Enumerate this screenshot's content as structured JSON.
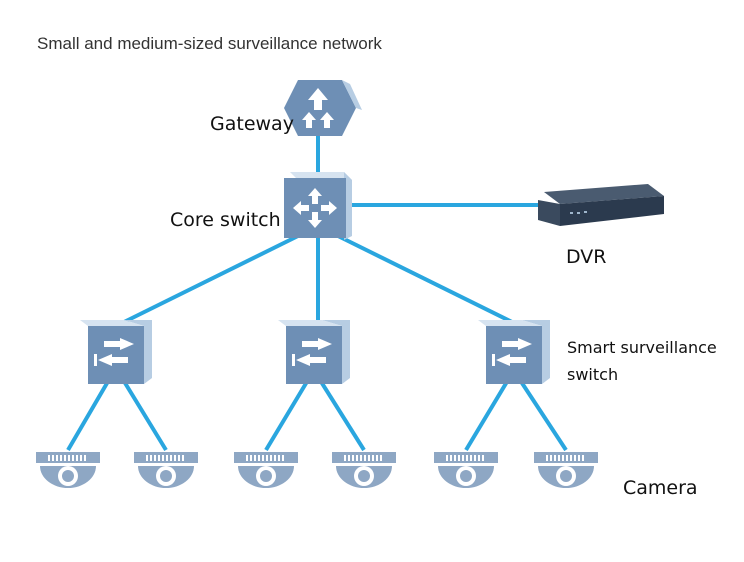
{
  "title": "Small and medium-sized surveillance network",
  "labels": {
    "gateway": "Gateway",
    "core_switch": "Core switch",
    "dvr": "DVR",
    "smart_switch_line1": "Smart surveillance",
    "smart_switch_line2": "switch",
    "camera": "Camera"
  },
  "colors": {
    "link": "#2aa6df",
    "device_face": "#6e8fb5",
    "device_side": "#b7cde3",
    "camera_body": "#8ea7c4",
    "dvr_body": "#2b3a4e"
  },
  "nodes": {
    "gateway": {
      "icon": "gateway-router-icon"
    },
    "core_switch": {
      "icon": "core-switch-icon"
    },
    "dvr": {
      "icon": "dvr-recorder-icon"
    },
    "access_switches": [
      {
        "icon": "surveillance-switch-icon"
      },
      {
        "icon": "surveillance-switch-icon"
      },
      {
        "icon": "surveillance-switch-icon"
      }
    ],
    "cameras": [
      {
        "icon": "dome-camera-icon"
      },
      {
        "icon": "dome-camera-icon"
      },
      {
        "icon": "dome-camera-icon"
      },
      {
        "icon": "dome-camera-icon"
      },
      {
        "icon": "dome-camera-icon"
      },
      {
        "icon": "dome-camera-icon"
      }
    ]
  }
}
